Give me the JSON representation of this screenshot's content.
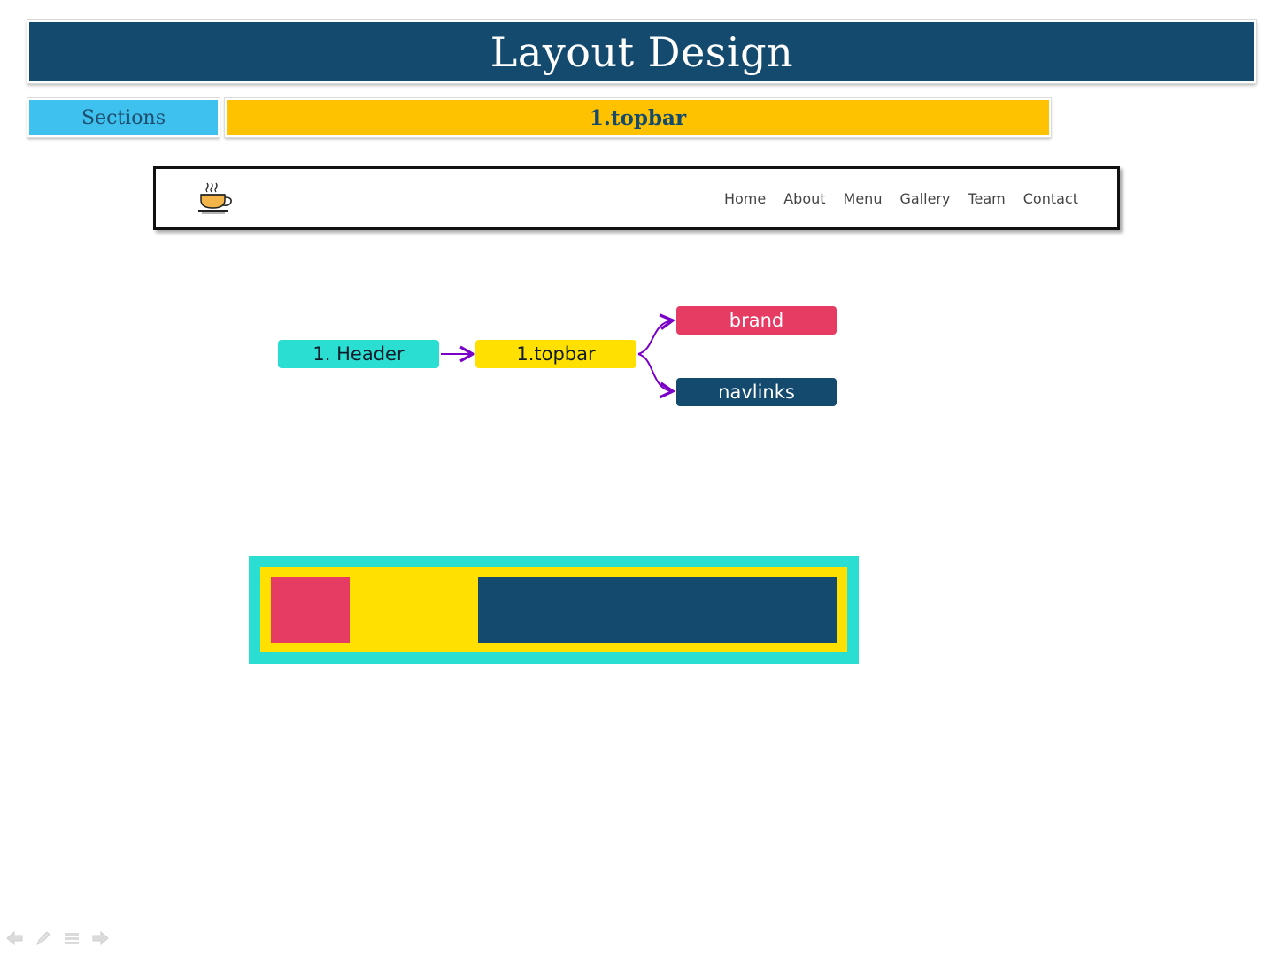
{
  "slide": {
    "title": "Layout Design",
    "sections_label": "Sections",
    "current_section": "1.topbar"
  },
  "mock_site": {
    "brand_icon": "coffee-cup-icon",
    "nav_links": [
      "Home",
      "About",
      "Menu",
      "Gallery",
      "Team",
      "Contact"
    ]
  },
  "diagram": {
    "nodes": {
      "header": "1. Header",
      "topbar": "1.topbar",
      "brand": "brand",
      "navlinks": "navlinks"
    },
    "colors": {
      "header": "#2adfd2",
      "topbar": "#ffe000",
      "brand": "#e63b63",
      "navlinks": "#134a6e",
      "arrow": "#7a00c8"
    }
  },
  "layout_block": {
    "colors": {
      "header": "#2adfd2",
      "topbar": "#ffe000",
      "brand": "#e63b63",
      "navlinks": "#134a6e"
    }
  },
  "controls": [
    "previous-icon",
    "pen-icon",
    "menu-icon",
    "next-icon"
  ]
}
